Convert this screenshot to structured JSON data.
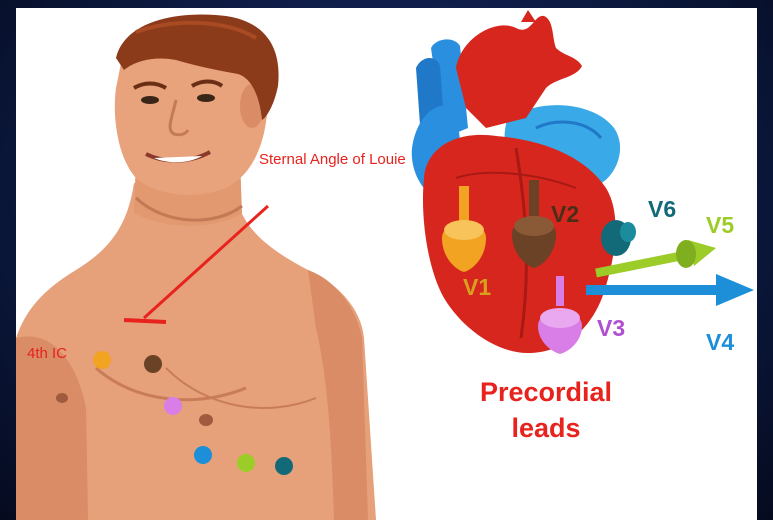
{
  "labels": {
    "sternal_angle": "Sternal Angle of Louie",
    "fourth_ic": "4th IC",
    "caption": "Precordial leads"
  },
  "leads": [
    {
      "id": "V1",
      "color": "#f2a321"
    },
    {
      "id": "V2",
      "color": "#6b4226"
    },
    {
      "id": "V3",
      "color": "#d97ee6"
    },
    {
      "id": "V4",
      "color": "#1c8fd8"
    },
    {
      "id": "V5",
      "color": "#9ccc28"
    },
    {
      "id": "V6",
      "color": "#126a78"
    }
  ],
  "colors": {
    "accent_red": "#e8231d",
    "skin": "#e8a27c",
    "hair": "#8b3a1a",
    "heart_red": "#d7261e",
    "vessel_blue": "#2b8fe0"
  }
}
